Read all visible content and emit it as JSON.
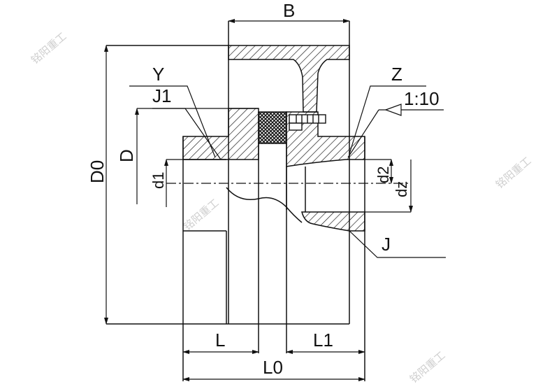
{
  "labels": {
    "B": "B",
    "Y": "Y",
    "J1": "J1",
    "Z": "Z",
    "taper": "1:10",
    "D": "D",
    "D0": "D0",
    "d1": "d1",
    "d2": "d2",
    "dz": "dz",
    "J": "J",
    "L": "L",
    "L1": "L1",
    "L0": "L0"
  },
  "watermark": "铭阳重工",
  "colors": {
    "line": "#111111",
    "watermark": "#cfcfcf"
  }
}
